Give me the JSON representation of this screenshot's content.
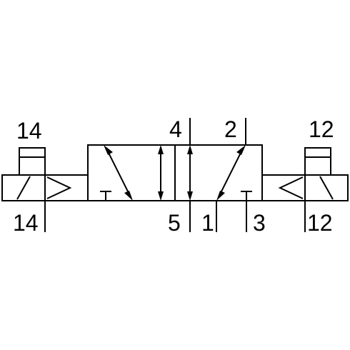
{
  "labels": {
    "pilot_left_top": "14",
    "pilot_left_bottom": "14",
    "port_4": "4",
    "port_2": "2",
    "port_5": "5",
    "port_1": "1",
    "port_3": "3",
    "pilot_right_top": "12",
    "pilot_right_bottom": "12"
  }
}
